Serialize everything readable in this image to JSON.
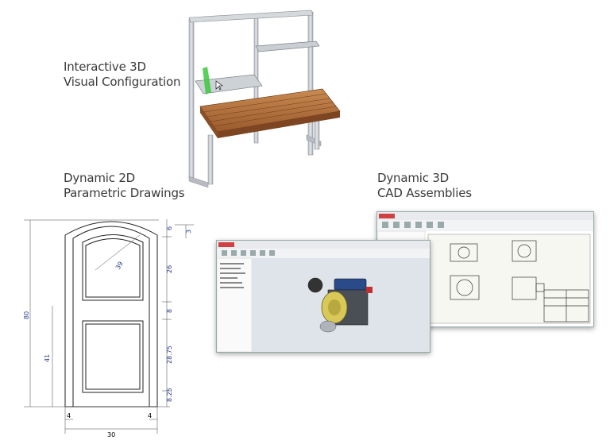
{
  "captions": {
    "interactive": {
      "line1": "Interactive 3D",
      "line2": "Visual Configuration"
    },
    "drawings": {
      "line1": "Dynamic 2D",
      "line2": "Parametric Drawings"
    },
    "assemblies": {
      "line1": "Dynamic 3D",
      "line2": "CAD Assemblies"
    }
  },
  "door_dimensions": {
    "top_margin": "6",
    "top_offset": "3",
    "arc_radius": "39",
    "upper_panel": "26",
    "rail": "8",
    "lower_panel": "28.75",
    "bottom_margin": "8.25",
    "overall_height": "80",
    "lower_height": "41",
    "left_stile": "4",
    "right_stile": "4",
    "overall_width": "30"
  },
  "colors": {
    "accent_green": "#3cc83c",
    "wood": "#b0703c",
    "dimension_blue": "#2a3a8a",
    "metal": "#c8ccd0"
  }
}
